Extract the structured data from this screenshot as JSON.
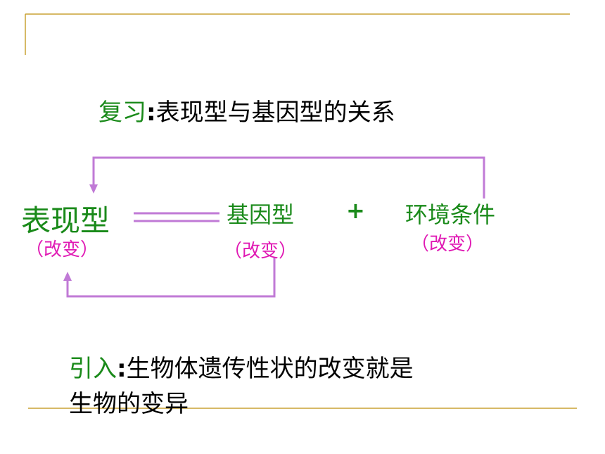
{
  "title": {
    "prefix": "复习",
    "colon": ":",
    "text": "表现型与基因型的关系"
  },
  "diagram": {
    "phenotype": "表现型",
    "phenotype_note": "（改变）",
    "genotype": "基因型",
    "genotype_note": "（改变）",
    "plus": "+",
    "environment": "环境条件",
    "environment_note": "（改变）"
  },
  "intro": {
    "prefix": "引入",
    "colon": ":",
    "line1": "生物体遗传性状的改变就是",
    "line2": "生物的变异"
  },
  "colors": {
    "frame": "#c9a233",
    "arrow": "#c07ad6",
    "green": "#1a8a1a",
    "pink": "#e01ab4"
  }
}
